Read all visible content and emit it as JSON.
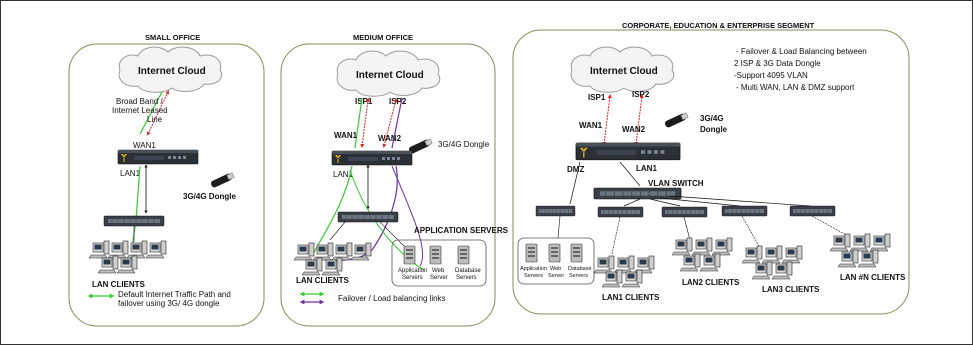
{
  "panels": {
    "small": {
      "title": "SMALL OFFICE",
      "cloud": "Internet Cloud",
      "link_label_line1": "Broad Band /",
      "link_label_line2": "Internet Leased",
      "link_label_line3": "Line",
      "wan": "WAN1",
      "lan": "LAN1",
      "dongle": "3G/4G Dongle",
      "clients": "LAN CLIENTS",
      "legend_line1": "Default Internet Traffic Path and",
      "legend_line2": "failover using 3G/ 4G dongle"
    },
    "medium": {
      "title": "MEDIUM OFFICE",
      "cloud": "Internet Cloud",
      "isp1": "ISP1",
      "isp2": "ISP2",
      "wan1": "WAN1",
      "wan2": "WAN2",
      "dongle": "3G/4G Dongle",
      "lan": "LAN1",
      "app_servers": "APPLICATION SERVERS",
      "server1_line1": "Application",
      "server1_line2": "Servers",
      "server2_line1": "Web",
      "server2_line2": "Server",
      "server3_line1": "Database",
      "server3_line2": "Servers",
      "clients": "LAN CLIENTS",
      "legend": "Failover / Load balancing links"
    },
    "corporate": {
      "title": "CORPORATE, EDUCATION & ENTERPRISE SEGMENT",
      "cloud": "Internet Cloud",
      "isp1": "ISP1",
      "isp2": "ISP2",
      "wan1": "WAN1",
      "wan2": "WAN2",
      "dongle_line1": "3G/4G",
      "dongle_line2": "Dongle",
      "dmz": "DMZ",
      "lan": "LAN1",
      "vlan_switch": "VLAN SWITCH",
      "features": [
        "- Failover & Load Balancing between",
        "2 ISP & 3G Data Dongle",
        "-Support  4095 VLAN",
        "- Multi WAN, LAN & DMZ support"
      ],
      "server1_line1": "Application",
      "server1_line2": "Servers",
      "server2_line1": "Web",
      "server2_line2": "Server",
      "server3_line1": "Database",
      "server3_line2": "Servers",
      "client_groups": [
        "LAN1 CLIENTS",
        "LAN2 CLIENTS",
        "LAN3 CLIENTS",
        "LAN #N CLIENTS"
      ]
    }
  },
  "colors": {
    "green_link": "#33cc33",
    "purple_link": "#7030a0",
    "red_link": "#e02020",
    "panel_border": "#8a8a5a",
    "device_dark": "#2b2f36",
    "device_accent": "#f2b91c"
  }
}
